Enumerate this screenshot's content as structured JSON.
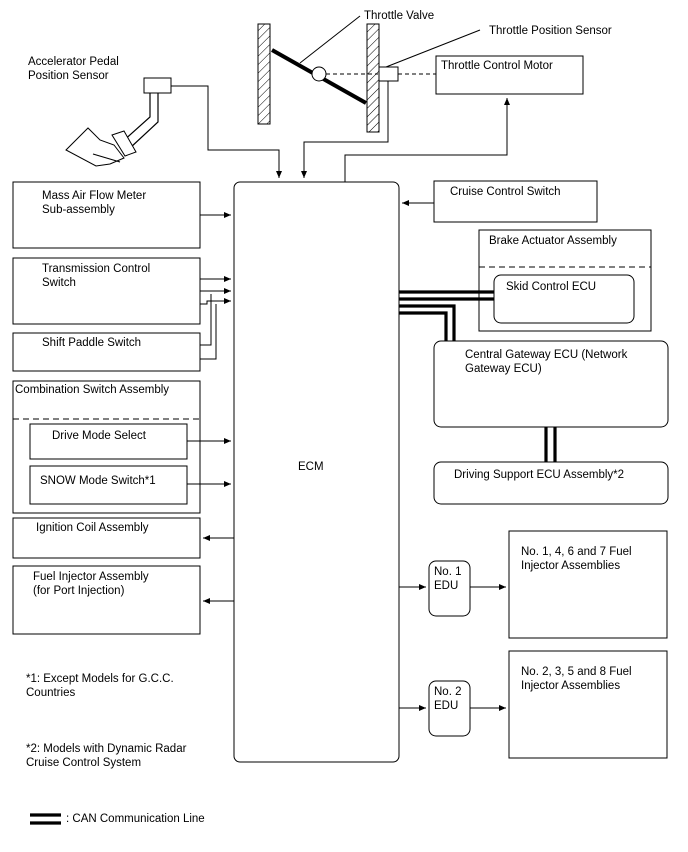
{
  "labels": {
    "throttle_valve": "Throttle Valve",
    "throttle_position_sensor": "Throttle Position Sensor",
    "throttle_control_motor": "Throttle Control Motor",
    "accelerator_pedal_sensor": "Accelerator Pedal\nPosition Sensor",
    "mass_air_flow_meter": "Mass Air Flow Meter\nSub-assembly",
    "transmission_control_switch": "Transmission Control\nSwitch",
    "shift_paddle_switch": "Shift Paddle Switch",
    "combination_switch_assembly": "Combination Switch Assembly",
    "drive_mode_select": "Drive Mode Select",
    "snow_mode_switch": "SNOW Mode Switch*1",
    "ignition_coil_assembly": "Ignition Coil Assembly",
    "fuel_injector_assembly": "Fuel Injector Assembly\n(for Port Injection)",
    "ecm": "ECM",
    "cruise_control_switch": "Cruise Control Switch",
    "brake_actuator_assembly": "Brake Actuator Assembly",
    "skid_control_ecu": "Skid Control ECU",
    "central_gateway_ecu": "Central Gateway ECU (Network\nGateway ECU)",
    "driving_support_ecu": "Driving Support ECU Assembly*2",
    "edu_1": "No. 1\nEDU",
    "edu_2": "No. 2\nEDU",
    "injectors_1467": "No. 1, 4, 6 and 7 Fuel\nInjector Assemblies",
    "injectors_2358": "No. 2, 3, 5 and 8 Fuel\nInjector Assemblies"
  },
  "notes": {
    "note_1": "*1: Except Models for G.C.C.\nCountries",
    "note_2": "*2: Models with Dynamic Radar\nCruise Control System"
  },
  "legend": {
    "can_line": ": CAN Communication Line"
  }
}
